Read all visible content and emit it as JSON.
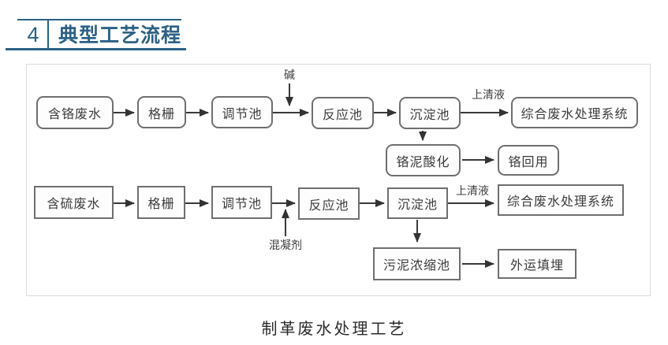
{
  "accent_color": "#2c6185",
  "header": {
    "number": "4",
    "title": "典型工艺流程"
  },
  "diagram": {
    "caption": "制革废水处理工艺",
    "chrome_line": {
      "nodes": [
        "含铬废水",
        "格栅",
        "调节池",
        "反应池",
        "沉淀池",
        "综合废水处理系统"
      ],
      "dosing_label": "碱",
      "supernatant_label": "上清液",
      "sludge_path": [
        "铬泥酸化",
        "铬回用"
      ]
    },
    "sulfide_line": {
      "nodes": [
        "含硫废水",
        "格栅",
        "调节池",
        "反应池",
        "沉淀池",
        "综合废水处理系统"
      ],
      "dosing_label": "混凝剂",
      "supernatant_label": "上清液",
      "sludge_path": [
        "污泥浓缩池",
        "外运填埋"
      ]
    }
  }
}
